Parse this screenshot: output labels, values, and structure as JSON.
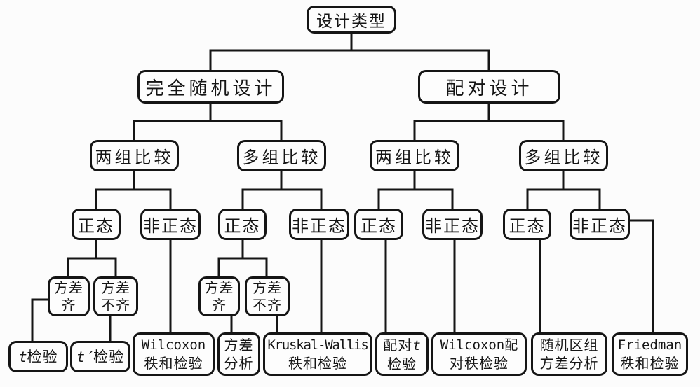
{
  "nodes": {
    "design_type": {
      "label": "设计类型"
    },
    "completely_randomized": {
      "label": "完全随机设计"
    },
    "paired_design": {
      "label": "配对设计"
    },
    "two_group_cr": {
      "label": "两组比较"
    },
    "multi_group_cr": {
      "label": "多组比较"
    },
    "two_group_pd": {
      "label": "两组比较"
    },
    "multi_group_pd": {
      "label": "多组比较"
    },
    "normal_cr2": {
      "label": "正态"
    },
    "nonnormal_cr2": {
      "label": "非正态"
    },
    "normal_crm": {
      "label": "正态"
    },
    "nonnormal_crm": {
      "label": "非正态"
    },
    "normal_pd2": {
      "label": "正态"
    },
    "nonnormal_pd2": {
      "label": "非正态"
    },
    "normal_pdm": {
      "label": "正态"
    },
    "nonnormal_pdm": {
      "label": "非正态"
    },
    "var_eq_cr2": {
      "line1": "方差",
      "line2": "齐"
    },
    "var_ne_cr2": {
      "line1": "方差",
      "line2": "不齐"
    },
    "var_eq_crm": {
      "line1": "方差",
      "line2": "齐"
    },
    "var_ne_crm": {
      "line1": "方差",
      "line2": "不齐"
    },
    "t_test": {
      "latin": "t",
      "cjk": "检验"
    },
    "t_prime_test": {
      "latin": "t′",
      "cjk": "检验"
    },
    "wilcoxon_rank_sum": {
      "line1": "Wilcoxon",
      "line2": "秩和检验"
    },
    "anova": {
      "line1": "方差",
      "line2": "分析"
    },
    "kruskal_wallis": {
      "line1": "Kruskal-Wallis",
      "line2": "秩和检验"
    },
    "paired_t_test": {
      "line1_cjk": "配对",
      "line1_latin": "t",
      "line2": "检验"
    },
    "wilcoxon_paired_rank": {
      "line1": "Wilcoxon配",
      "line2": "对秩检验"
    },
    "randomized_block_anova": {
      "line1": "随机区组",
      "line2": "方差分析"
    },
    "friedman": {
      "line1": "Friedman",
      "line2": "秩和检验"
    }
  },
  "colors": {
    "ink": "#151515",
    "background": "#fcfcfc"
  }
}
